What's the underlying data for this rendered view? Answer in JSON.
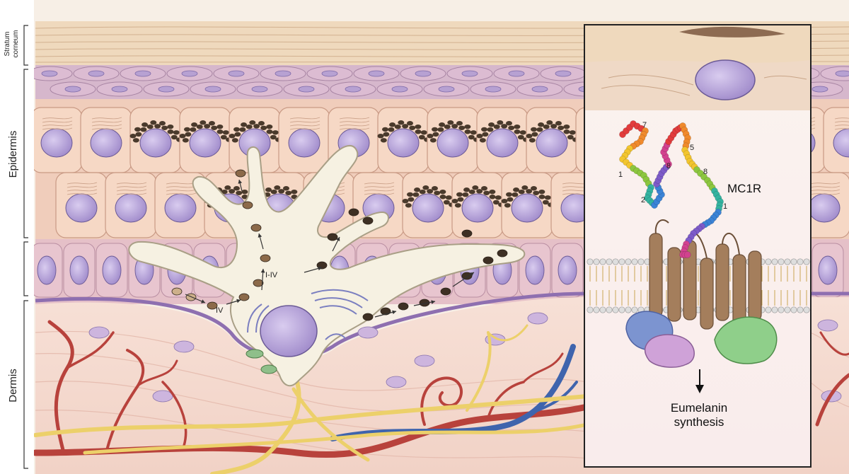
{
  "layers": {
    "stratum_corneum": {
      "line1": "Stratum",
      "line2": "corneum"
    },
    "epidermis": "Epidermis",
    "dermis": "Dermis"
  },
  "stages": {
    "early": "IV",
    "mid": "I-IV"
  },
  "inset": {
    "protein": "MC1R",
    "helix_numbers": [
      "7",
      "8",
      "5",
      "8",
      "1",
      "2",
      "1"
    ],
    "outcome_line1": "Eumelanin",
    "outcome_line2": "synthesis"
  },
  "colors": {
    "stratum": "#efd9bd",
    "epidermis_upper": "#d6b7cc",
    "keratinocyte": "#f4d6c4",
    "nucleus": "#b8a4d6",
    "melanocyte": "#f6f1e2",
    "melanin": "#4a3a2c",
    "dermis": "#f6dcd2",
    "artery": "#b8423c",
    "vein": "#3f64ad",
    "nerve": "#ecd06a",
    "receptor": "#a47e5c",
    "lipid_head": "#d9d9d9",
    "lipid_tail": "#c9a552"
  }
}
